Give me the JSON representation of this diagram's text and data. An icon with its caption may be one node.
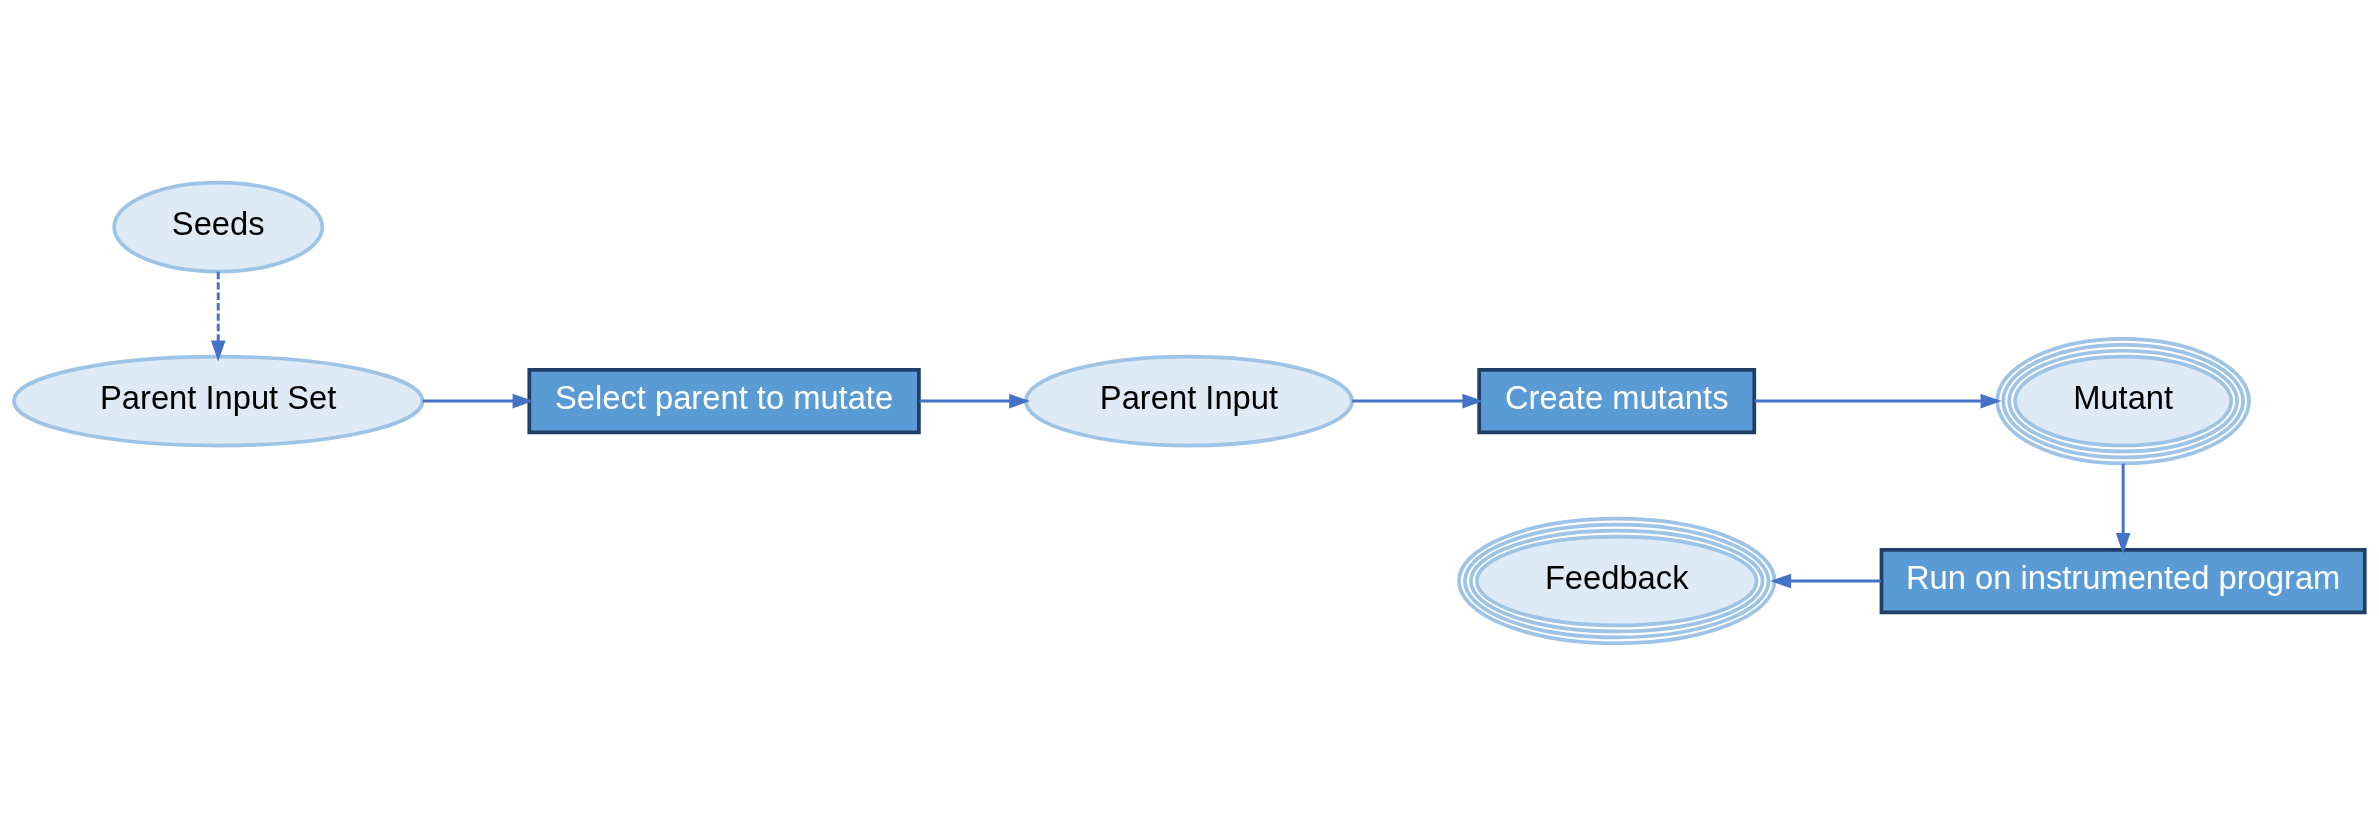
{
  "diagram": {
    "nodes": [
      {
        "text": [
          "Seeds"
        ]
      },
      {
        "text": [
          "Parent Input Set"
        ]
      },
      {
        "text": [
          "Select parent to mutate"
        ]
      },
      {
        "text": [
          "Parent Input"
        ]
      },
      {
        "text": [
          "Create mutants"
        ]
      },
      {
        "text": [
          "Mutant"
        ]
      },
      {
        "text": [
          "Run on instrumented program"
        ]
      },
      {
        "text": [
          "Feedback"
        ]
      }
    ],
    "edges": [
      {
        "from": 0,
        "to": 1,
        "arrow": "to",
        "style": "dashed"
      },
      {
        "from": 1,
        "to": 2,
        "arrow": "to"
      },
      {
        "from": 2,
        "to": 3,
        "arrow": "to"
      },
      {
        "from": 3,
        "to": 4,
        "arrow": "to"
      },
      {
        "from": 4,
        "to": 5,
        "arrow": "to"
      },
      {
        "from": 5,
        "to": 6,
        "arrow": "to"
      },
      {
        "from": 6,
        "to": 7,
        "arrow": "to"
      }
    ]
  }
}
